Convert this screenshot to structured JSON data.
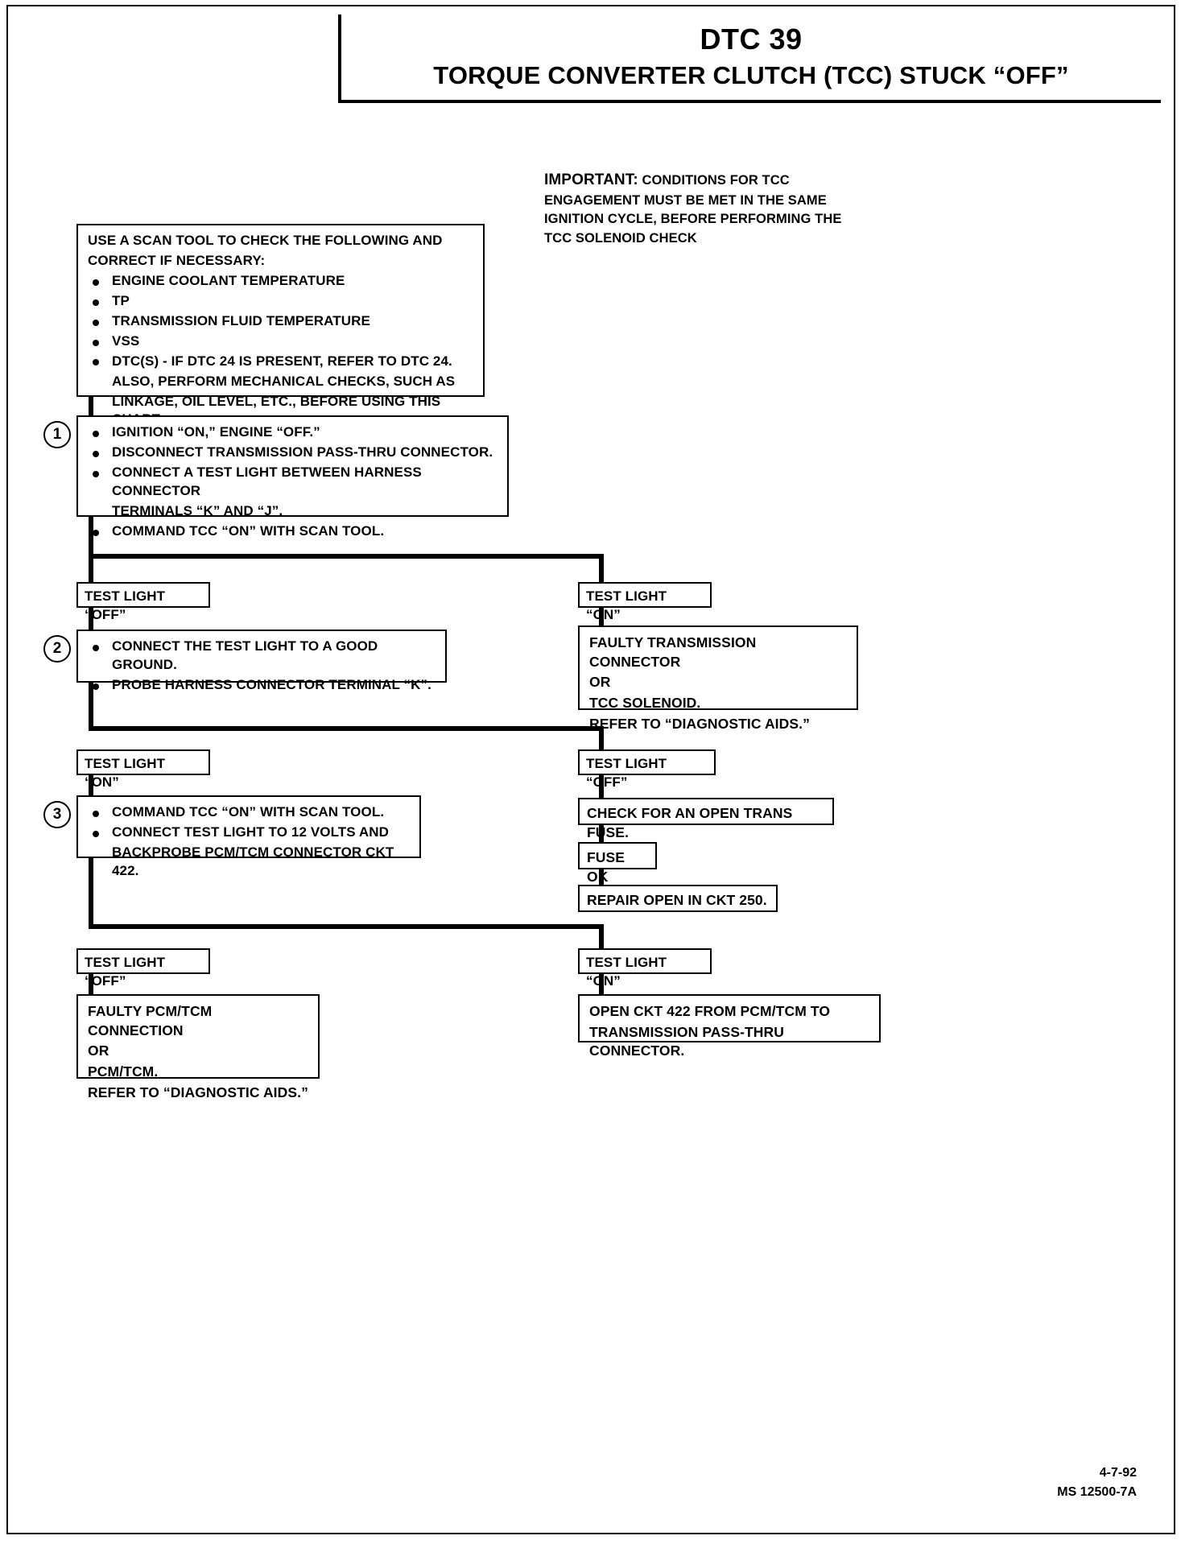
{
  "document": {
    "title_code": "DTC 39",
    "title_name": "TORQUE CONVERTER CLUTCH (TCC) STUCK “OFF”",
    "footer_date": "4-7-92",
    "footer_ref": "MS 12500-7A"
  },
  "note": {
    "lead": "IMPORTANT:",
    "body": "CONDITIONS FOR TCC ENGAGEMENT MUST BE MET IN THE SAME IGNITION CYCLE, BEFORE PERFORMING THE TCC SOLENOID CHECK"
  },
  "intro_box": {
    "heading_line1": "USE A SCAN TOOL TO CHECK THE FOLLOWING AND",
    "heading_line2": "CORRECT IF NECESSARY:",
    "items": [
      "ENGINE COOLANT TEMPERATURE",
      "TP",
      "TRANSMISSION FLUID TEMPERATURE",
      "VSS",
      "DTC(S) - IF DTC 24 IS PRESENT, REFER TO DTC 24."
    ],
    "continuation": [
      "ALSO, PERFORM MECHANICAL CHECKS, SUCH AS",
      "LINKAGE, OIL LEVEL, ETC., BEFORE USING THIS CHART."
    ]
  },
  "steps": [
    {
      "number": "1",
      "items": [
        "IGNITION “ON,” ENGINE “OFF.”",
        "DISCONNECT TRANSMISSION PASS-THRU CONNECTOR.",
        "CONNECT A TEST LIGHT BETWEEN HARNESS CONNECTOR"
      ],
      "continuation": [
        "TERMINALS “K” AND “J”."
      ],
      "last_item": "COMMAND TCC “ON” WITH SCAN TOOL."
    },
    {
      "number": "2",
      "items": [
        "CONNECT THE TEST LIGHT TO A GOOD GROUND.",
        "PROBE HARNESS CONNECTOR TERMINAL “K”."
      ]
    },
    {
      "number": "3",
      "items": [
        "COMMAND TCC “ON” WITH SCAN TOOL.",
        "CONNECT TEST LIGHT TO 12 VOLTS AND"
      ],
      "continuation": [
        "BACKPROBE PCM/TCM CONNECTOR CKT 422."
      ]
    }
  ],
  "branches": {
    "row1_left": "TEST LIGHT “OFF”",
    "row1_right": "TEST LIGHT “ON”",
    "row2_left": "TEST LIGHT “ON”",
    "row2_right": "TEST LIGHT “OFF”",
    "row3_left": "TEST LIGHT “OFF”",
    "row3_right": "TEST LIGHT “ON”"
  },
  "results": {
    "faulty_trans_connector": [
      "FAULTY TRANSMISSION CONNECTOR",
      "OR",
      "TCC SOLENOID.",
      "REFER TO “DIAGNOSTIC AIDS.”"
    ],
    "check_fuse": "CHECK FOR AN OPEN TRANS FUSE.",
    "fuse_ok": "FUSE OK",
    "repair_open": "REPAIR OPEN IN CKT 250.",
    "faulty_pcm": [
      "FAULTY PCM/TCM CONNECTION",
      "OR",
      "PCM/TCM.",
      "REFER TO “DIAGNOSTIC AIDS.”"
    ],
    "open_ckt422": [
      "OPEN CKT 422 FROM PCM/TCM TO",
      "TRANSMISSION PASS-THRU CONNECTOR."
    ]
  }
}
